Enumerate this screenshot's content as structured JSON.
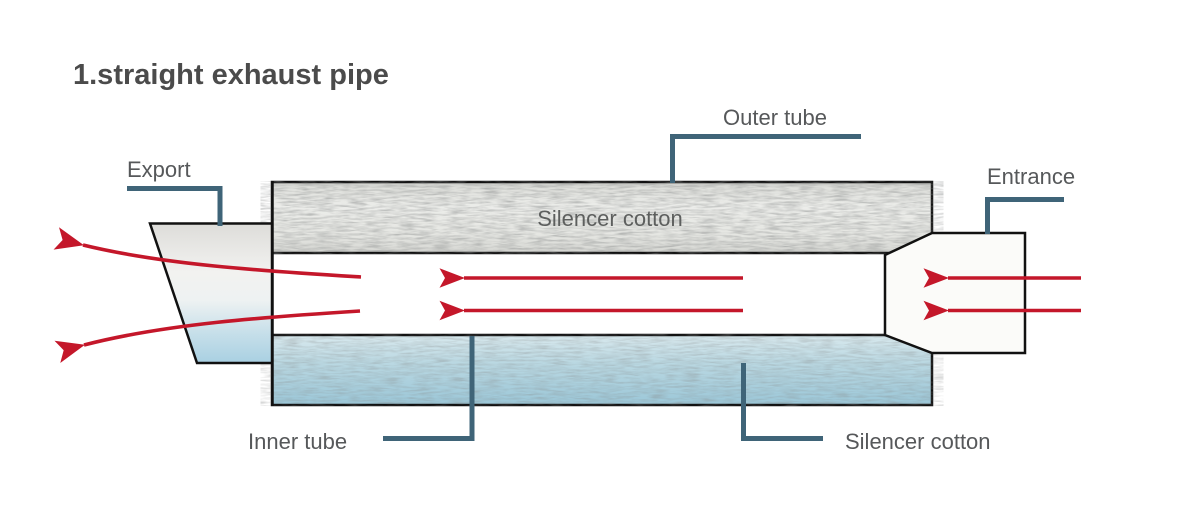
{
  "title": "1.straight exhaust pipe",
  "labels": {
    "export": "Export",
    "outer_tube": "Outer tube",
    "entrance": "Entrance",
    "silencer_cotton_top": "Silencer cotton",
    "inner_tube": "Inner tube",
    "silencer_cotton_bottom": "Silencer cotton"
  },
  "colors": {
    "flow_arrow_red": "#c4172a",
    "callout_line": "#3f6478",
    "label_text": "#56585a",
    "title_text": "#4b4b4b",
    "shape_outline": "#111111",
    "outer_band_gray": "#e7e8e4",
    "bottom_band_blue": "#aed3e0",
    "nozzle_gradient_blue": "#a9d0e2"
  }
}
